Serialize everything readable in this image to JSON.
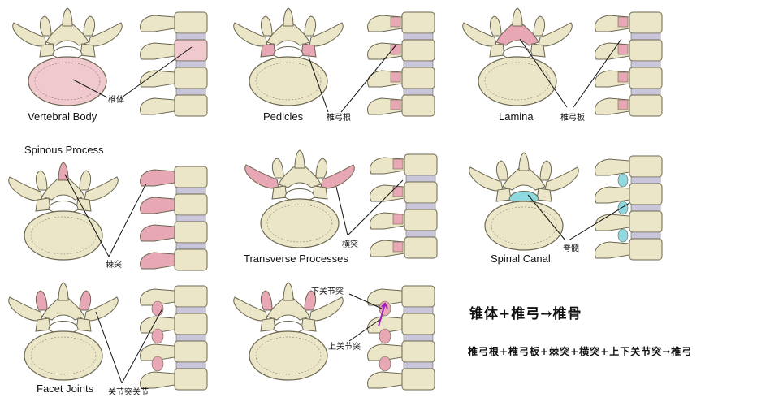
{
  "panels": [
    {
      "id": "vertebral-body",
      "title_en": "Vertebral Body",
      "label_zh": "椎体",
      "highlight": "body"
    },
    {
      "id": "pedicles",
      "title_en": "Pedicles",
      "label_zh": "椎弓根",
      "highlight": "pedicles"
    },
    {
      "id": "lamina",
      "title_en": "Lamina",
      "label_zh": "椎弓板",
      "highlight": "lamina"
    },
    {
      "id": "spinous-process",
      "title_en": "Spinous Process",
      "label_zh": "棘突",
      "highlight": "spinous"
    },
    {
      "id": "transverse-processes",
      "title_en": "Transverse Processes",
      "label_zh": "横突",
      "highlight": "transverse"
    },
    {
      "id": "spinal-canal",
      "title_en": "Spinal Canal",
      "label_zh": "脊髓",
      "highlight": "canal"
    },
    {
      "id": "facet-joints",
      "title_en": "Facet Joints",
      "label_zh": "关节突关节",
      "highlight": "facet"
    },
    {
      "id": "articular-processes",
      "label_zh_upper": "下关节突",
      "label_zh_lower": "上关节突",
      "highlight": "articular"
    }
  ],
  "formulas": {
    "line1": "锥体+椎弓→椎骨",
    "line2": "椎弓根+椎弓板+棘突+横突+上下关节突→椎弓"
  },
  "colors": {
    "bone_fill": "#ece6c8",
    "bone_stroke": "#6b6650",
    "disc_fill": "#c9c6dc",
    "highlight_pink": "#e8a7b4",
    "canal_cyan": "#8fd8e0",
    "arrow_purple": "#a020c0"
  }
}
